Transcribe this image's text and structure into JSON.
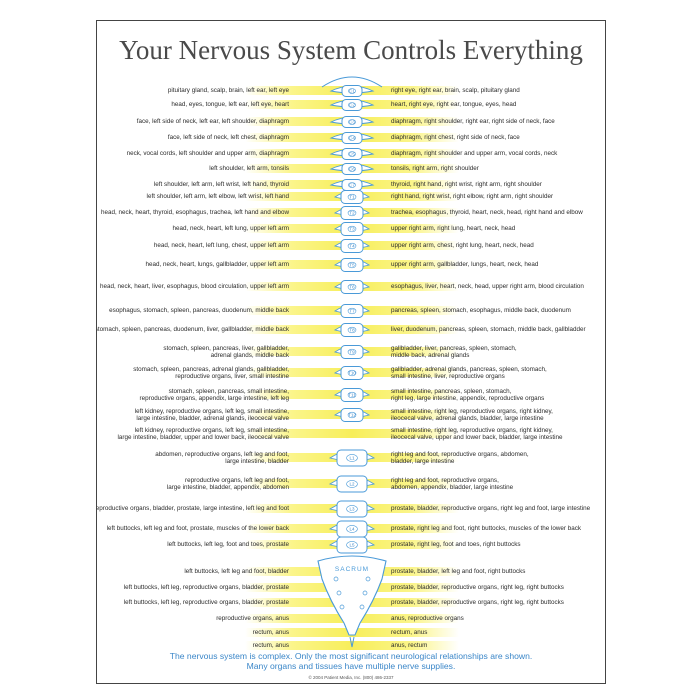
{
  "title": "Your Nervous System Controls Everything",
  "rows": [
    {
      "left": "pituitary gland, scalp, brain, left ear, left eye",
      "right": "right eye, right ear, brain, scalp, pituitary gland",
      "vertebra": "C1"
    },
    {
      "left": "head, eyes, tongue, left ear, left eye, heart",
      "right": "heart, right eye, right ear, tongue, eyes, head",
      "vertebra": "C2"
    },
    {
      "left": "face, left side of neck, left ear, left shoulder, diaphragm",
      "right": "diaphragm, right shoulder, right ear, right side of neck, face",
      "vertebra": "C3"
    },
    {
      "left": "face, left side of neck, left chest, diaphragm",
      "right": "diaphragm, right chest, right side of neck, face",
      "vertebra": "C4"
    },
    {
      "left": "neck, vocal cords, left shoulder and upper arm, diaphragm",
      "right": "diaphragm, right shoulder and upper arm, vocal cords, neck",
      "vertebra": "C5"
    },
    {
      "left": "left shoulder, left arm, tonsils",
      "right": "tonsils, right arm, right shoulder",
      "vertebra": "C6"
    },
    {
      "left": "left shoulder, left arm, left wrist, left hand, thyroid",
      "right": "thyroid, right hand, right wrist, right arm, right shoulder",
      "vertebra": "C7"
    },
    {
      "left": "left shoulder, left arm, left elbow, left wrist, left hand",
      "right": "right hand, right wrist, right elbow, right arm, right shoulder",
      "vertebra": "T1"
    },
    {
      "left": "head, neck, heart, thyroid, esophagus, trachea, left hand and elbow",
      "right": "trachea, esophagus, thyroid, heart, neck, head, right hand and elbow",
      "vertebra": "T2"
    },
    {
      "left": "head, neck, heart, left lung, upper left arm",
      "right": "upper right arm, right lung, heart, neck, head",
      "vertebra": "T3"
    },
    {
      "left": "head, neck, heart, left lung, chest, upper left arm",
      "right": "upper right arm, chest, right lung, heart, neck, head",
      "vertebra": "T4"
    },
    {
      "left": "head, neck, heart, lungs, gallbladder, upper left arm",
      "right": "upper right arm, gallbladder, lungs, heart, neck, head",
      "vertebra": "T5"
    },
    {
      "left": "head, neck, heart, liver, esophagus, blood circulation, upper left arm",
      "right": "esophagus, liver, heart, neck, head, upper right arm, blood circulation",
      "vertebra": "T6"
    },
    {
      "left": "esophagus, stomach, spleen, pancreas, duodenum, middle back",
      "right": "pancreas, spleen, stomach, esophagus, middle back, duodenum",
      "vertebra": "T7"
    },
    {
      "left": "stomach, spleen, pancreas, duodenum, liver, gallbladder, middle back",
      "right": "liver, duodenum, pancreas, spleen, stomach, middle back, gallbladder",
      "vertebra": "T8"
    },
    {
      "left": "stomach, spleen, pancreas, liver, gallbladder,\nadrenal glands, middle back",
      "right": "gallbladder, liver, pancreas, spleen, stomach,\nmiddle back, adrenal glands",
      "vertebra": "T9"
    },
    {
      "left": "stomach, spleen, pancreas, adrenal glands, gallbladder,\nreproductive organs, liver, small intestine",
      "right": "gallbladder, adrenal glands, pancreas, spleen, stomach,\nsmall intestine, liver, reproductive organs",
      "vertebra": "T10"
    },
    {
      "left": "stomach, spleen, pancreas, small intestine,\nreproductive organs, appendix, large intestine, left leg",
      "right": "small intestine, pancreas, spleen, stomach,\nright leg, large intestine, appendix, reproductive organs",
      "vertebra": "T11"
    },
    {
      "left": "left kidney, reproductive organs, left leg, small intestine,\nlarge intestine, bladder, adrenal glands, ileocecal valve",
      "right": "small intestine, right leg, reproductive organs, right kidney,\nileocecal valve, adrenal glands, bladder, large intestine",
      "vertebra": "T12"
    },
    {
      "left": "left kidney, reproductive organs, left leg, small intestine,\nlarge intestine, bladder, upper and lower back, ileocecal valve",
      "right": "small intestine, right leg, reproductive organs, right kidney,\nileocecal valve, upper and lower back, bladder, large intestine",
      "vertebra": ""
    },
    {
      "left": "abdomen, reproductive organs, left leg and foot,\nlarge intestine, bladder",
      "right": "right leg and foot, reproductive organs, abdomen,\nbladder, large intestine",
      "vertebra": "L1"
    },
    {
      "left": "reproductive organs, left leg and foot,\nlarge intestine, bladder, appendix, abdomen",
      "right": "right leg and foot, reproductive organs,\nabdomen, appendix, bladder, large intestine",
      "vertebra": "L2"
    },
    {
      "left": "reproductive organs, bladder, prostate, large intestine, left leg and foot",
      "right": "prostate, bladder, reproductive organs, right leg and foot, large intestine",
      "vertebra": "L3"
    },
    {
      "left": "left buttocks, left leg and foot, prostate, muscles of the lower back",
      "right": "prostate, right leg and foot, right buttocks, muscles of the lower back",
      "vertebra": "L4"
    },
    {
      "left": "left buttocks, left leg, foot and toes, prostate",
      "right": "prostate, right leg, foot and toes, right buttocks",
      "vertebra": "L5"
    },
    {
      "left": "left buttocks, left leg and foot, bladder",
      "right": "prostate, bladder, left leg and foot, right buttocks",
      "vertebra": ""
    },
    {
      "left": "left buttocks, left leg, reproductive organs, bladder, prostate",
      "right": "prostate, bladder, reproductive organs, right leg, right buttocks",
      "vertebra": ""
    },
    {
      "left": "left buttocks, left leg, reproductive organs, bladder, prostate",
      "right": "prostate, bladder, reproductive organs, right leg, right buttocks",
      "vertebra": ""
    },
    {
      "left": "reproductive organs, anus",
      "right": "anus, reproductive organs",
      "vertebra": ""
    },
    {
      "left": "rectum, anus",
      "right": "rectum, anus",
      "vertebra": ""
    },
    {
      "left": "rectum, anus",
      "right": "anus, rectum",
      "vertebra": ""
    }
  ],
  "sacrum_label": "SACRUM",
  "footnote": {
    "line1": "The nervous system is complex. Only the most significant neurological relationships are shown.",
    "line2": "Many organs and tissues have multiple nerve supplies."
  },
  "copyright": "© 2004 Patient Media, Inc. (800) 486-2337",
  "colors": {
    "spine": "#4a9ad8",
    "highlight": "#f7ee5a",
    "footnote": "#3a86c8"
  }
}
